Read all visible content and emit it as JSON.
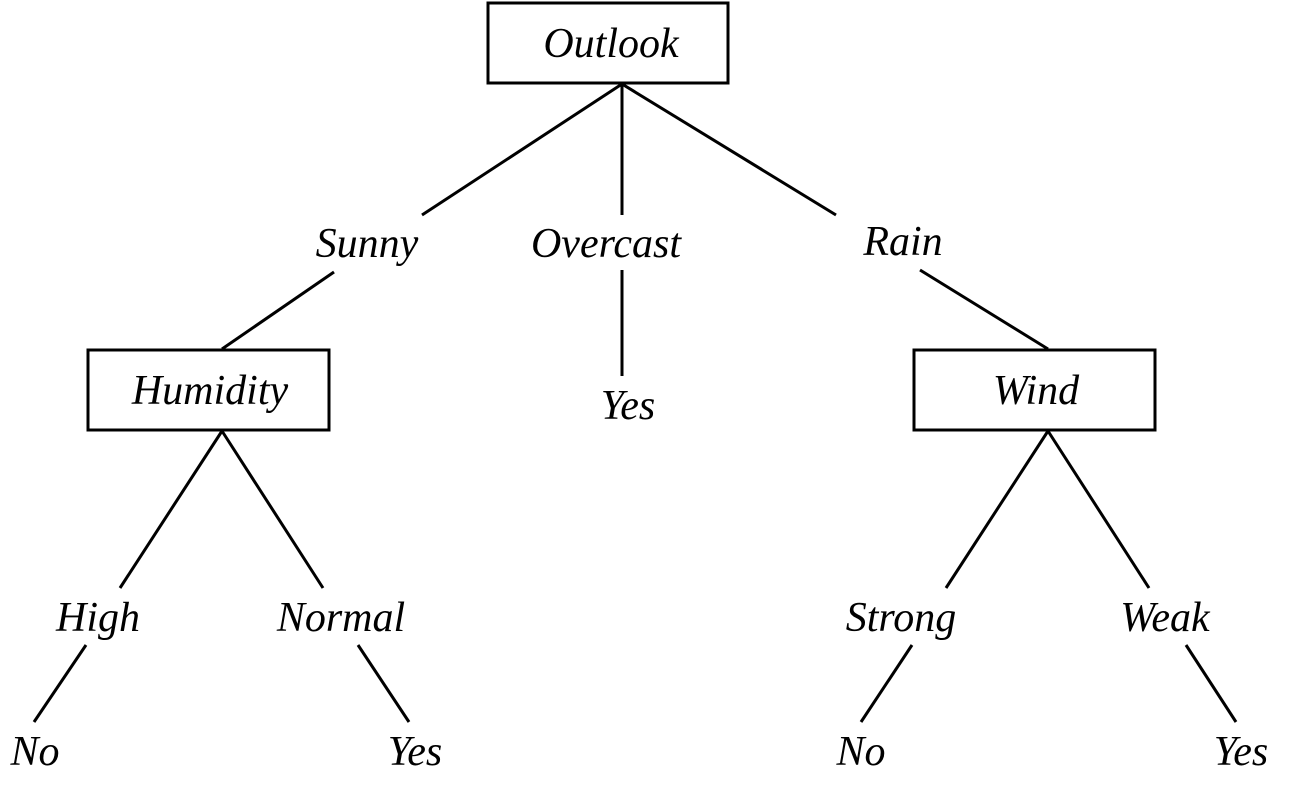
{
  "tree": {
    "root": {
      "label": "Outlook"
    },
    "branches": {
      "sunny": "Sunny",
      "overcast": "Overcast",
      "rain": "Rain",
      "high": "High",
      "normal": "Normal",
      "strong": "Strong",
      "weak": "Weak"
    },
    "nodes": {
      "humidity": "Humidity",
      "wind": "Wind"
    },
    "leaves": {
      "overcast_yes": "Yes",
      "high_no": "No",
      "normal_yes": "Yes",
      "strong_no": "No",
      "weak_yes": "Yes"
    }
  }
}
